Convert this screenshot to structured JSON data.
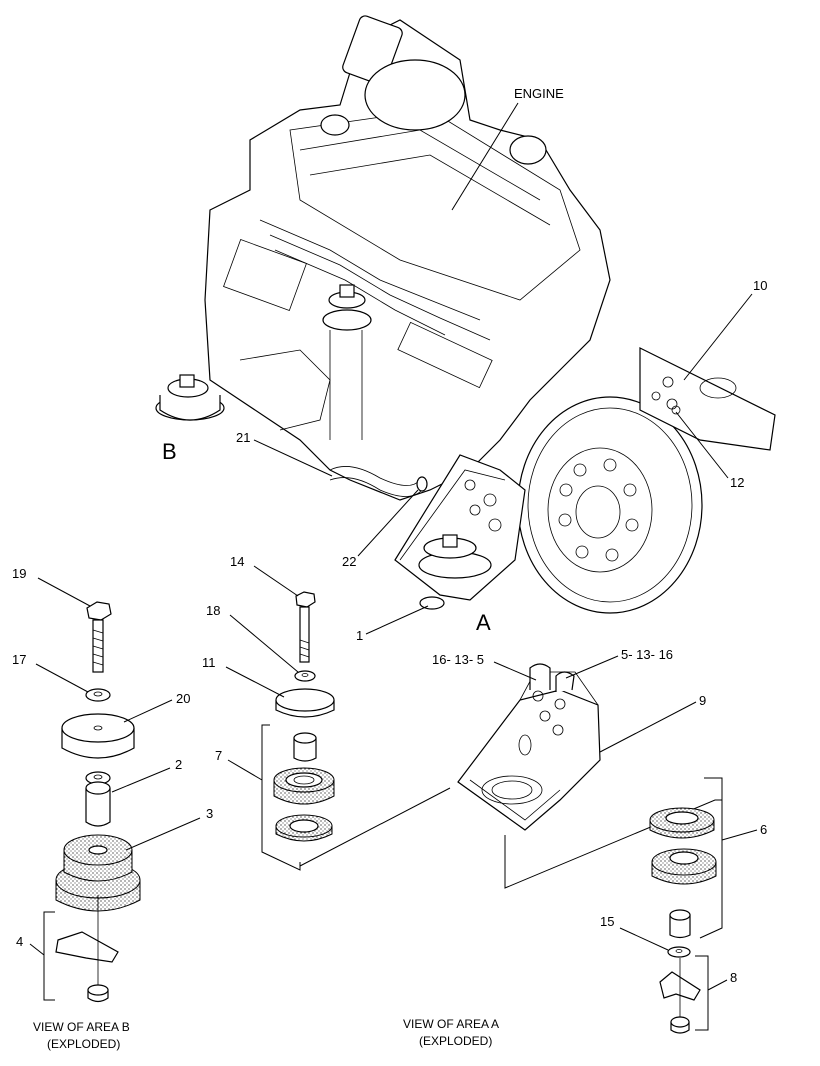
{
  "labels": {
    "engine": "ENGINE",
    "area_a": "A",
    "area_b": "B"
  },
  "callouts": {
    "c1": "1",
    "c2": "2",
    "c3": "3",
    "c4": "4",
    "c6": "6",
    "c7": "7",
    "c8": "8",
    "c9": "9",
    "c10": "10",
    "c11": "11",
    "c12": "12",
    "c14": "14",
    "c15": "15",
    "c17": "17",
    "c18": "18",
    "c19": "19",
    "c20": "20",
    "c21": "21",
    "c22": "22",
    "c16_13_5": "16- 13- 5",
    "c5_13_16": "5- 13- 16"
  },
  "captions": {
    "view_b_line1": "VIEW OF AREA  B",
    "view_b_line2": "(EXPLODED)",
    "view_a_line1": "VIEW OF AREA  A",
    "view_a_line2": "(EXPLODED)"
  }
}
